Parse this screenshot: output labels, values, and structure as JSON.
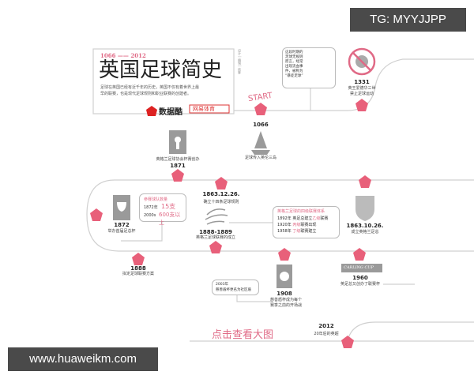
{
  "title_box": {
    "years": "1066 —— 2012",
    "title": "英国足球简史",
    "description_1": "足球在英国已经有近千年的历史，英国不仅有着世界上最",
    "description_2": "早的联赛，也是现代足球规则和职业联赛的创建者。",
    "logo_1": "数据酷",
    "logo_2": "网易体育",
    "side_credit": "设计 | 编辑 | 统筹"
  },
  "start_label": "START",
  "events": [
    {
      "year": "1066",
      "text": "足球传入英伦三岛"
    },
    {
      "year": "",
      "text_lines": [
        "这段时期的",
        "足球无规则",
        "而言，经常",
        "出现流血事",
        "件，被称为",
        "“暴徒足球”"
      ]
    },
    {
      "year": "1331",
      "text_lines": [
        "英王爱德华三世",
        "禁止足球运动"
      ]
    },
    {
      "year": "1871",
      "text": "英格兰足球协会杯赛创办"
    },
    {
      "year": "1863.12.26.",
      "text": "确立十四条足球规则"
    },
    {
      "year": "1872",
      "text": "举办首届足总杯"
    },
    {
      "year": "1888-1889",
      "text": "英格兰足球联赛的成立"
    },
    {
      "year": "1863.10.26.",
      "text": "成立英格兰足总"
    },
    {
      "year": "1888",
      "text": "拟定足球联赛方案"
    },
    {
      "year": "1908",
      "text_lines": [
        "慈善盾杯成为每个",
        "赛季之前的开场战"
      ]
    },
    {
      "year": "1960",
      "text": "英足总又创办了联赛杯"
    },
    {
      "year": "2012",
      "text": "20年后的英超"
    }
  ],
  "fa_cup_box": {
    "title": "参赛球队数量",
    "row1_label": "1872年",
    "row1_value": "15支",
    "row2_label": "2000s",
    "row2_value": "600支以上"
  },
  "league_box": {
    "title": "英格兰足球的四级联赛体系",
    "rows": [
      {
        "year": "1892年",
        "text_a": "英足总建立",
        "hl": "乙级",
        "text_b": "联赛"
      },
      {
        "year": "1920年",
        "text_a": "",
        "hl": "丙级",
        "text_b": "联赛出现"
      },
      {
        "year": "1958年",
        "text_a": "",
        "hl": "丁级",
        "text_b": "联赛建立"
      }
    ]
  },
  "shield_box": {
    "year": "2003年",
    "text": "慈善盾杯更名为社区盾"
  },
  "carling_cup_logo": "CARLING CUP",
  "view_large_link": "点击查看大图",
  "watermarks": {
    "top": "TG: MYYJJPP",
    "bottom": "www.huaweikm.com"
  },
  "colors": {
    "accent": "#e8607a",
    "line": "#cfcfcf",
    "icon": "#9a9a9a"
  }
}
